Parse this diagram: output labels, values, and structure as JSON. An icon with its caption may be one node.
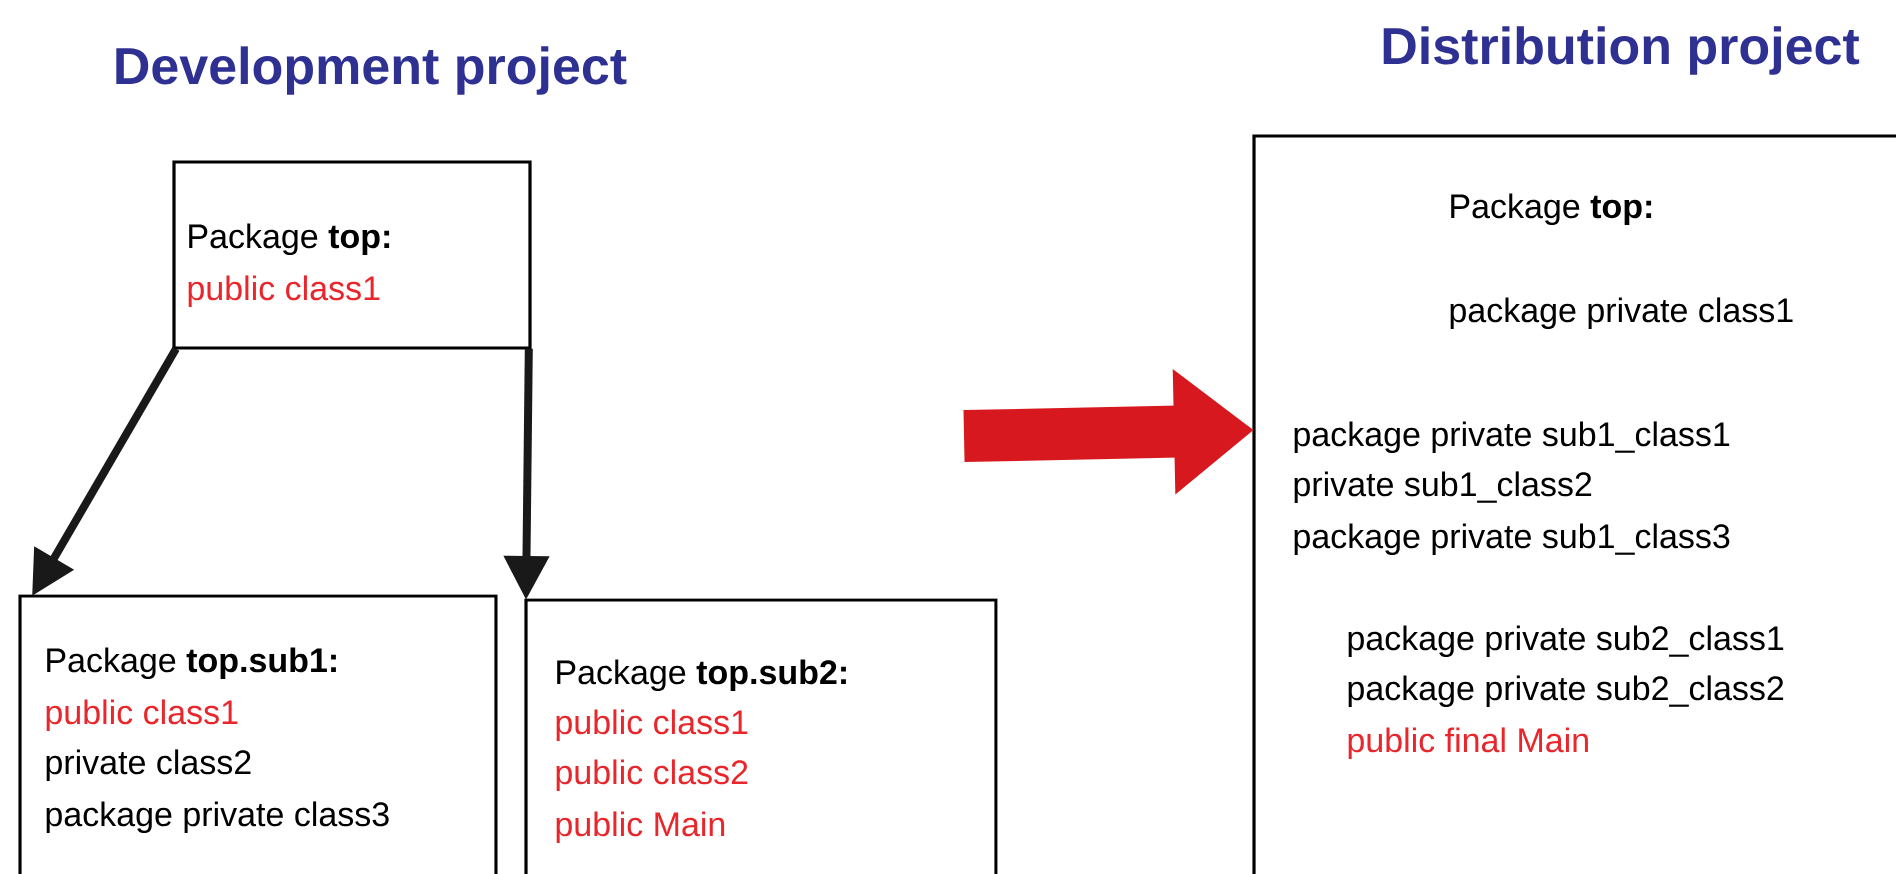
{
  "diagram": {
    "nodes": [
      {
        "text": [
          "Package **top:**",
          "public class1"
        ]
      },
      {
        "text": [
          "Package **top.sub1:**",
          "public class1",
          "private class2",
          "package private class3"
        ]
      },
      {
        "text": [
          "Package **top.sub2:**",
          "public class1",
          "public class2",
          "public Main"
        ]
      },
      {
        "text": [
          "Package **top:**",
          "package private class1",
          "package private sub1_class1",
          "private sub1_class2",
          "package private sub1_class3",
          "package private sub2_class1",
          "package private sub2_class2",
          "public final Main"
        ]
      }
    ],
    "edges": [
      {
        "from": 0,
        "to": 1,
        "arrow": "to"
      },
      {
        "from": 0,
        "to": 2,
        "arrow": "to"
      },
      {
        "from": null,
        "to": 3,
        "arrow": "to",
        "style": "thick",
        "color": "#d7191f"
      }
    ],
    "labels": [
      "Development project",
      "Distribution project"
    ]
  }
}
